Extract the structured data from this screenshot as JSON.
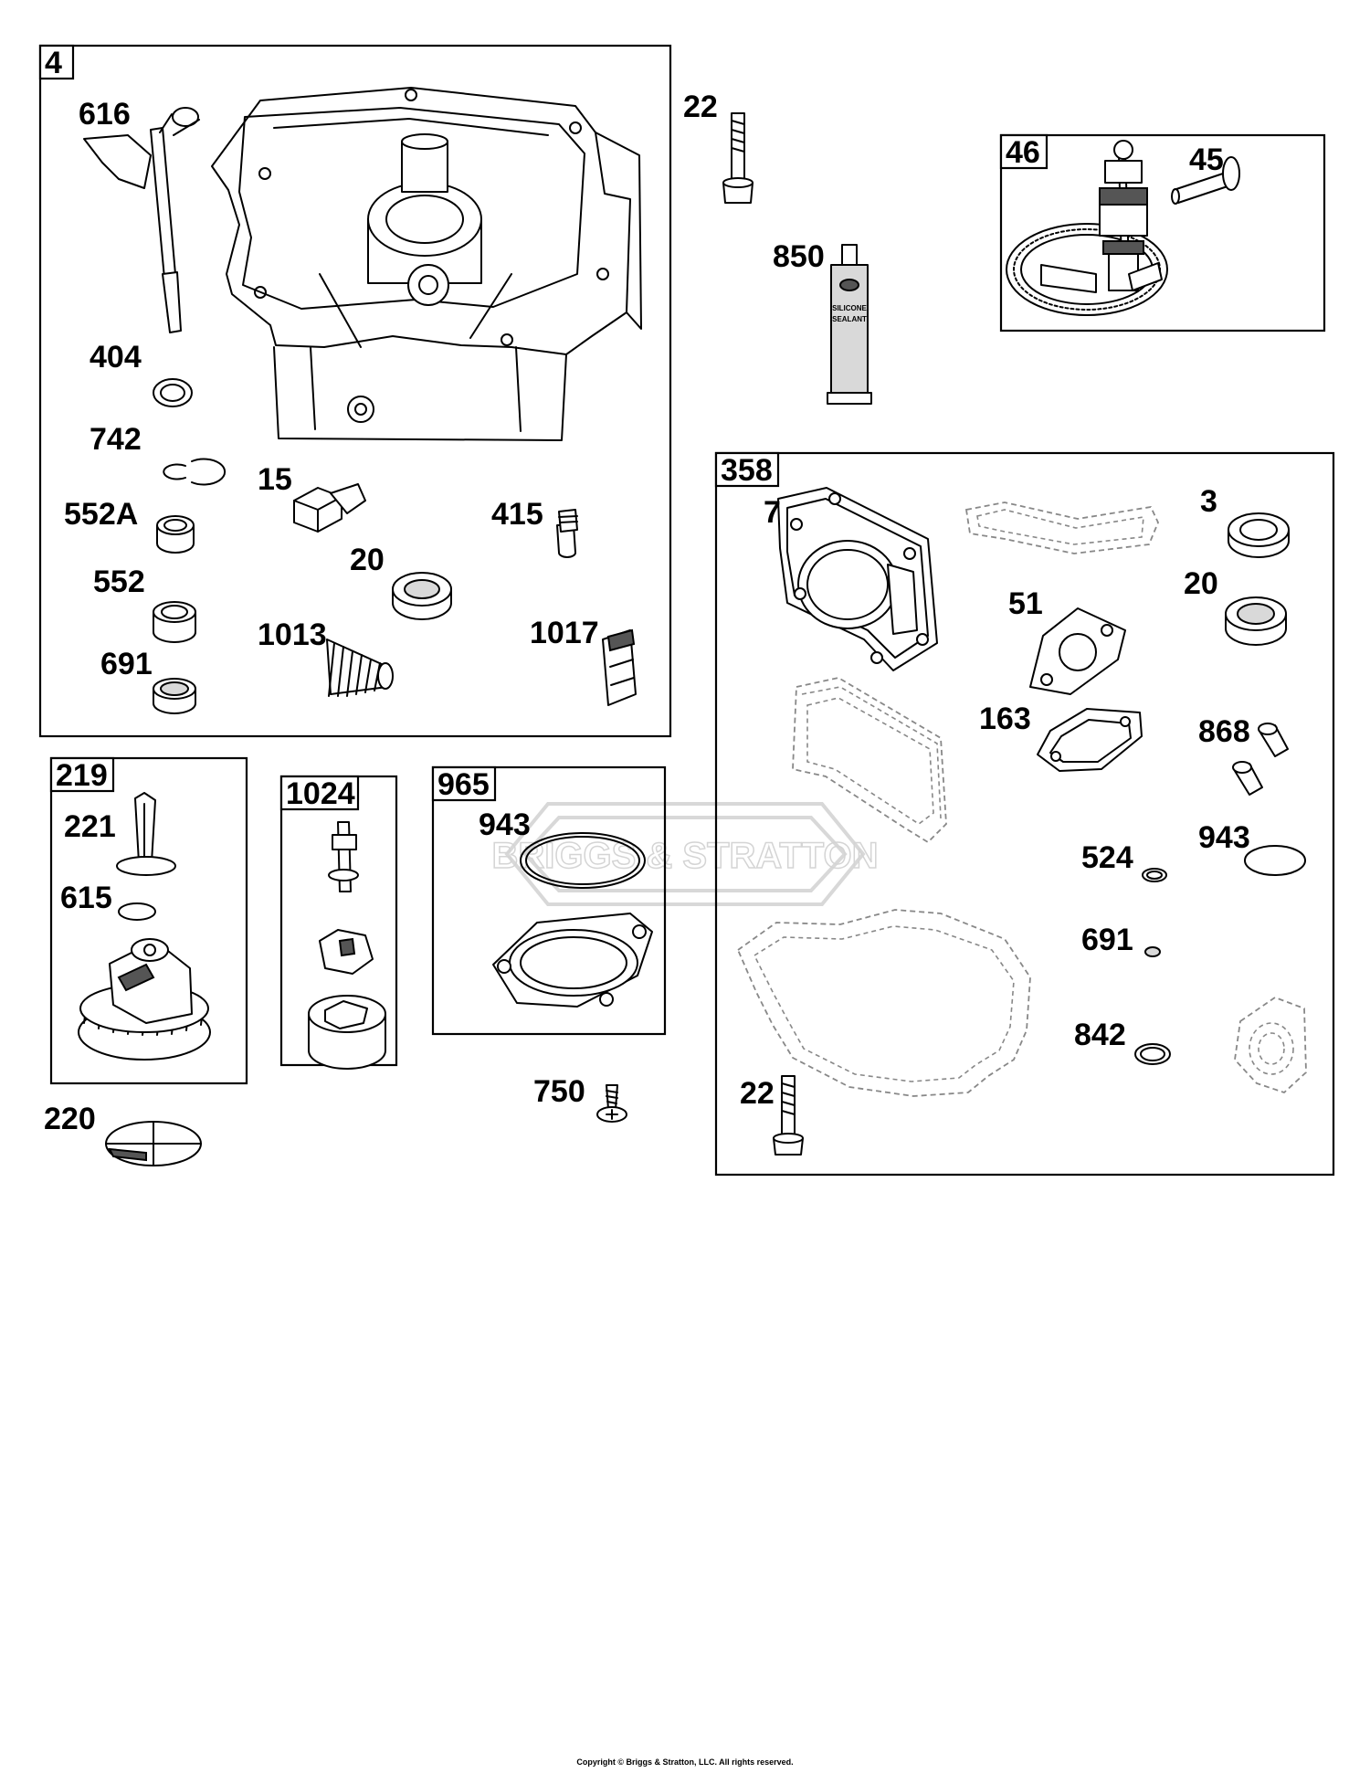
{
  "frames": {
    "f4": "4",
    "f46": "46",
    "f358": "358",
    "f219": "219",
    "f1024": "1024",
    "f965": "965"
  },
  "callouts": {
    "c616": "616",
    "c404": "404",
    "c742": "742",
    "c552a": "552A",
    "c552": "552",
    "c691a": "691",
    "c15": "15",
    "c415": "415",
    "c20a": "20",
    "c1013": "1013",
    "c1017": "1017",
    "c22a": "22",
    "c850": "850",
    "c45": "45",
    "c7": "7",
    "c3": "3",
    "c20b": "20",
    "c51": "51",
    "c163": "163",
    "c868": "868",
    "c524": "524",
    "c943b": "943",
    "c691b": "691",
    "c842": "842",
    "c22b": "22",
    "c221": "221",
    "c615": "615",
    "c220": "220",
    "c943a": "943",
    "c750": "750"
  },
  "tube_text": {
    "line1": "SILICONE",
    "line2": "SEALANT"
  },
  "watermark": "BRIGGS & STRATTON",
  "copyright": "Copyright © Briggs & Stratton, LLC. All rights reserved."
}
